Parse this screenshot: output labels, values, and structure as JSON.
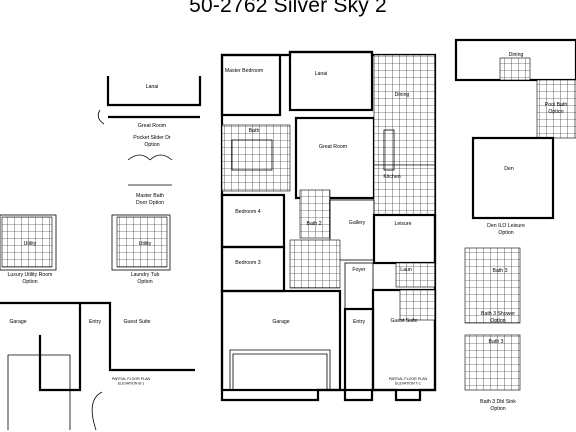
{
  "title": "50-2762 Silver Sky 2",
  "main_plan": {
    "rooms": {
      "lanai": "Lanai",
      "master_bedroom": "Master\nBedroom",
      "dining": "Dining",
      "great_room": "Great Room",
      "kitchen": "Kitchen",
      "bath": "Bath",
      "bedroom4": "Bedroom 4",
      "bedroom3": "Bedroom 3",
      "bath2": "Bath 2",
      "gallery": "Gallery",
      "leisure": "Leisure",
      "laundry": "Laun",
      "foyer": "Foyer",
      "entry": "Entry",
      "garage": "Garage",
      "guest_suite": "Guest Suite"
    }
  },
  "left_options": {
    "lanai": "Lanai",
    "great_room": "Great Room",
    "pocket_slider": "Pocket Slider Dr\nOption",
    "master_bath_door": "Master Bath\nDoor Option",
    "utility1": "Utility",
    "utility2": "Utility",
    "luxury_utility": "Luxury Utility Room\nOption",
    "laundry_tub": "Laundry Tub\nOption",
    "garage": "Garage",
    "entry": "Entry",
    "guest_suite": "Guest Suite"
  },
  "right_options": {
    "dining": "Dining",
    "pool_bath": "Pool Bath\nOption",
    "den": "Den",
    "den_leisure": "Den ILO Leisure\nOption",
    "bath3_shower": "Bath 3 Shower\nOption",
    "bath3_dbl_sink": "Bath 3 Dbl Sink\nOption"
  },
  "notes": {
    "partial_floor_left": "PARTIAL FLOOR PLAN\nELEVATION B-1",
    "partial_floor_right": "PARTIAL FLOOR PLAN\nELEVATION T-1"
  }
}
